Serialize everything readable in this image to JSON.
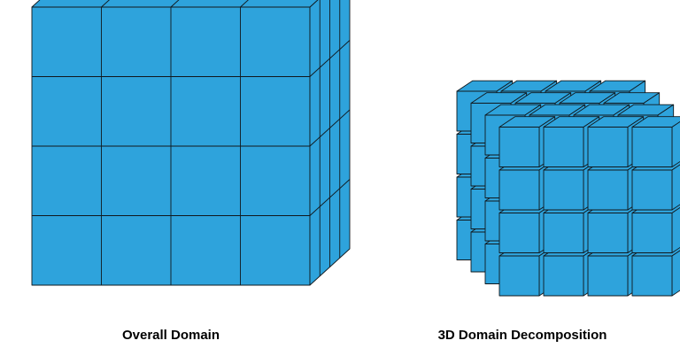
{
  "diagram": {
    "colors": {
      "face": "#2ea3dc",
      "edge": "#11181d",
      "background": "#ffffff"
    },
    "overall_domain": {
      "caption": "Overall Domain",
      "grid": [
        4,
        4,
        4
      ]
    },
    "decomposition": {
      "caption": "3D Domain Decomposition",
      "grid": [
        4,
        4,
        4
      ]
    }
  }
}
